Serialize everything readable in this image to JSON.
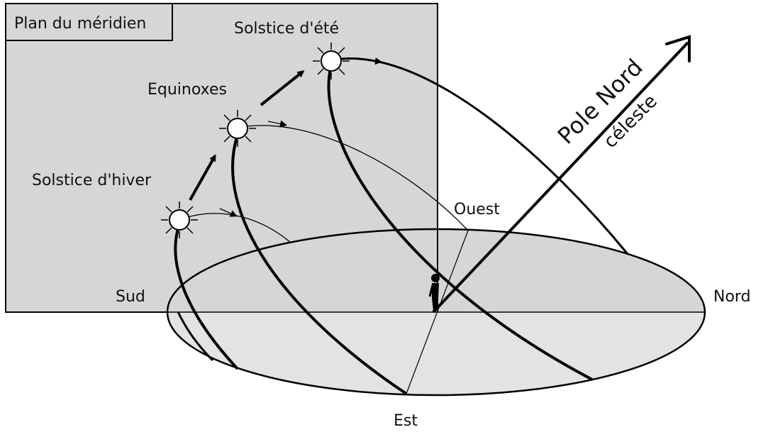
{
  "diagram": {
    "meridian_plane_label": "Plan du méridien",
    "summer_solstice_label": "Solstice d'été",
    "equinoxes_label": "Equinoxes",
    "winter_solstice_label": "Solstice d'hiver",
    "pole_label_line1": "Pole Nord",
    "pole_label_line2": "céleste",
    "directions": {
      "south": "Sud",
      "north": "Nord",
      "east": "Est",
      "west": "Ouest"
    }
  }
}
